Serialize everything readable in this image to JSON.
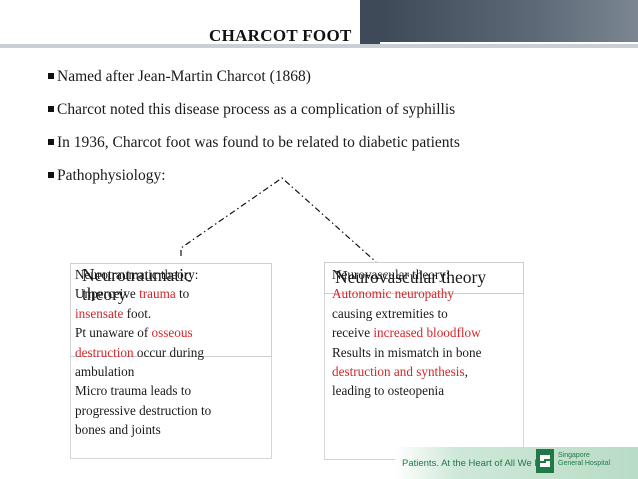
{
  "slide": {
    "title": "CHARCOT FOOT",
    "bullets": [
      "Named after Jean-Martin Charcot (1868)",
      "Charcot noted this disease process as a complication of syphillis",
      "In 1936, Charcot foot was found to be related to diabetic patients",
      "Pathophysiology:"
    ]
  },
  "left_box": {
    "overlay_label_line1": "Neurotraumatic",
    "overlay_label_line2": "theory",
    "heading": "Neurotraumatic theory:",
    "l1a": "Unperceive ",
    "l1b": "trauma",
    "l1c": " to",
    "l2a": "insensate",
    "l2b": " foot.",
    "l3a": "Pt unaware of ",
    "l3b": "osseous",
    "l4a": "destruction",
    "l4b": " occur during",
    "l5": "ambulation",
    "l6": "Micro trauma leads to",
    "l7": "progressive destruction to",
    "l8": "bones and joints"
  },
  "right_box": {
    "overlay_label": "Neurovascular theory",
    "heading": "Neurovascular theory:",
    "l1": "Autonomic neuropathy",
    "l2": "causing extremities to",
    "l3a": "receive ",
    "l3b": "increased bloodflow",
    "l4": "Results in mismatch in bone",
    "l5a": "destruction and synthesis",
    "l5b": ",",
    "l6": "leading to osteopenia"
  },
  "footer": {
    "tagline": "Patients. At the Heart of All We Do.",
    "logo_line1": "Singapore",
    "logo_line2": "General Hospital"
  },
  "colors": {
    "header_dark": "#3e4a57",
    "highlight_red": "#d4262b",
    "footer_green": "#1f7a47"
  }
}
